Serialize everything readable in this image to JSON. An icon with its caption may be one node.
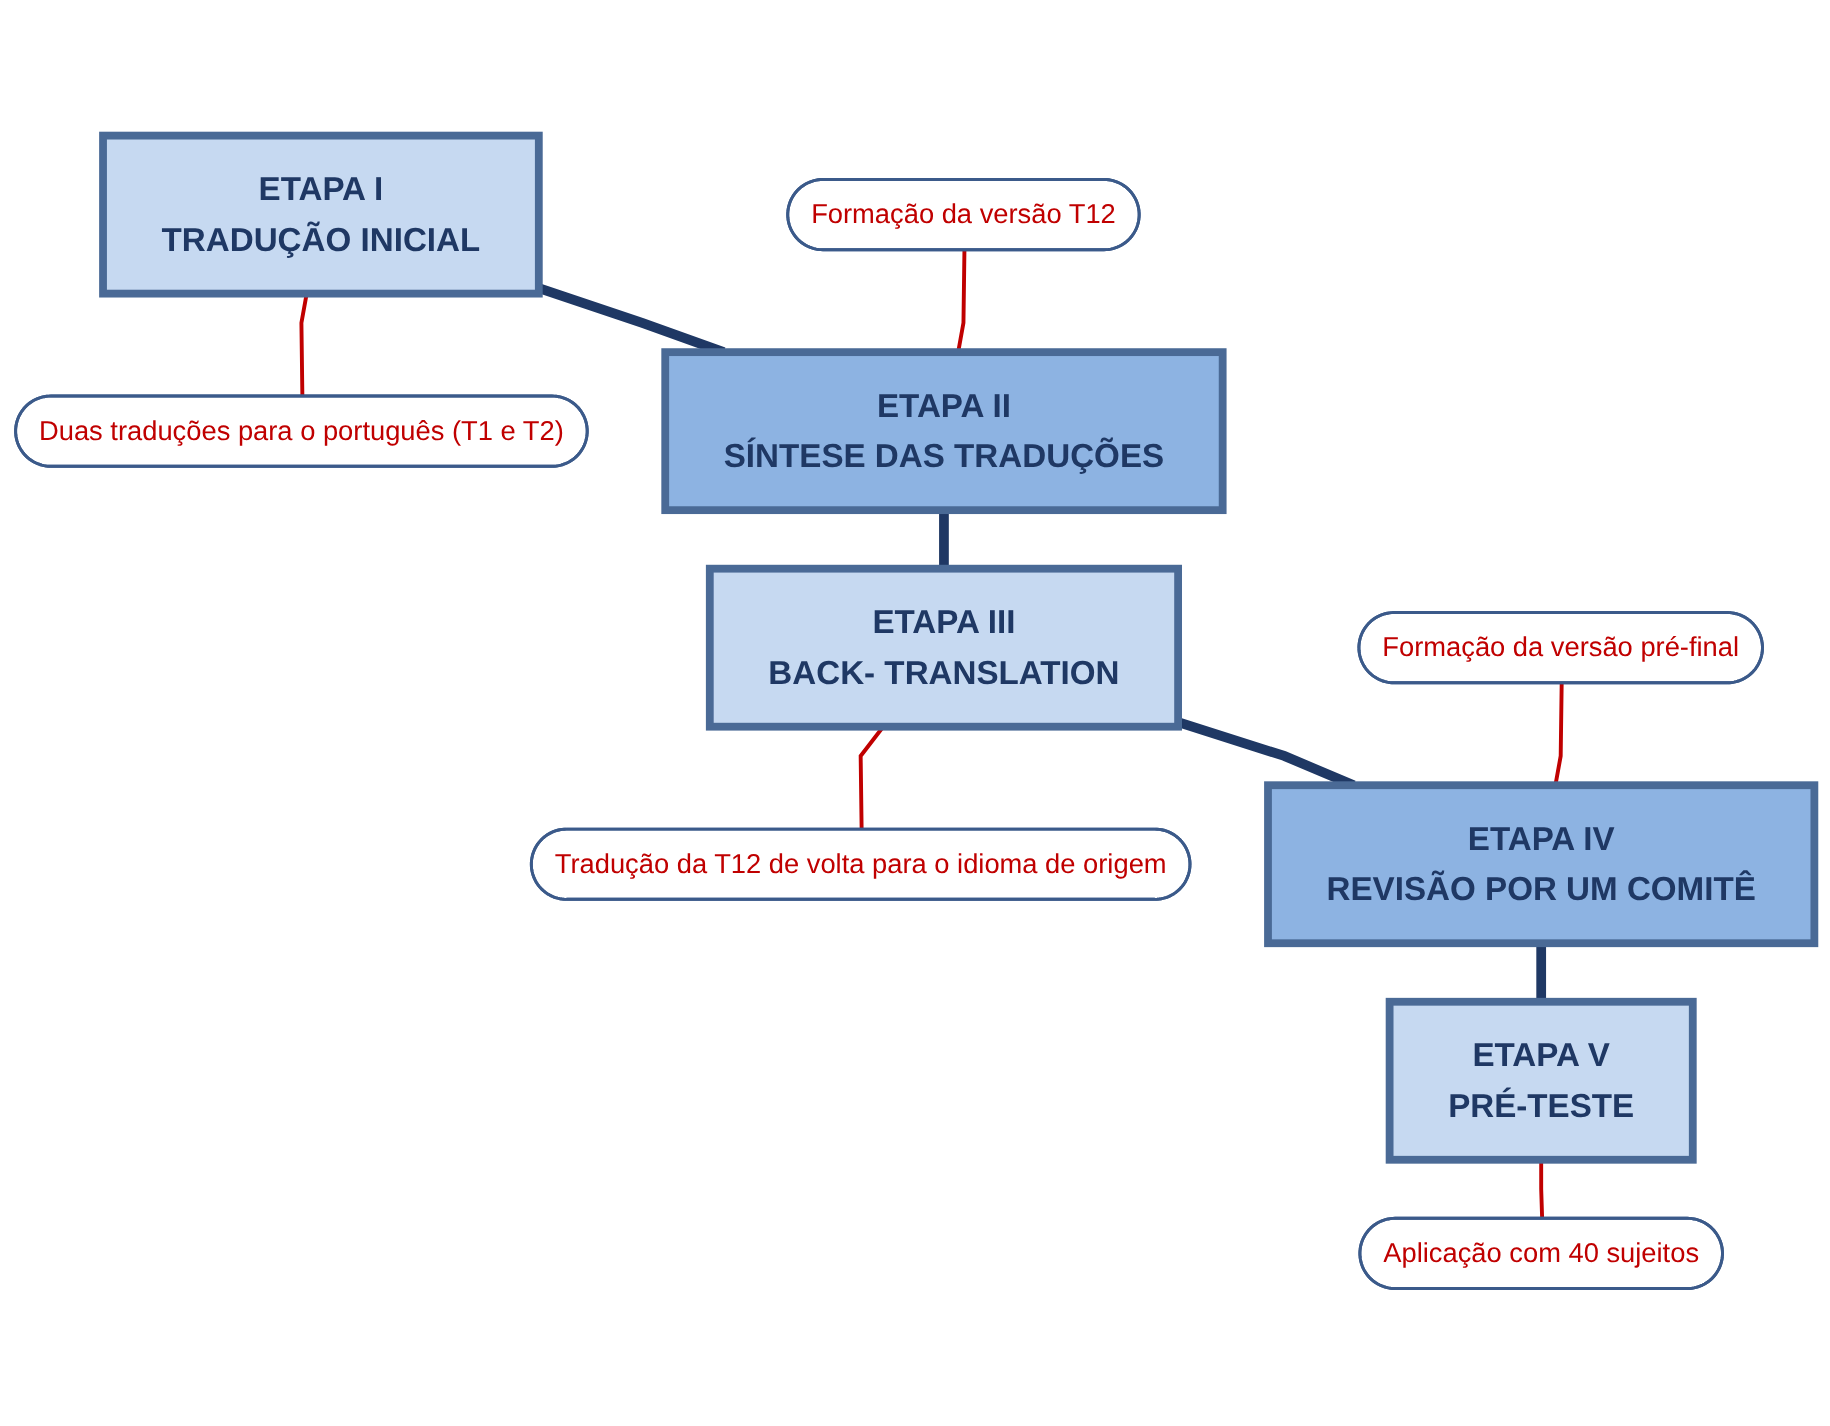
{
  "diagram": {
    "nodes": [
      {
        "text": [
          "ETAPA I",
          "TRADUÇÃO INICIAL"
        ]
      },
      {
        "text": [
          "Duas traduções para o português (T1 e T2)"
        ]
      },
      {
        "text": [
          "Formação da versão T12"
        ]
      },
      {
        "text": [
          "ETAPA II",
          "SÍNTESE DAS TRADUÇÕES"
        ]
      },
      {
        "text": [
          "ETAPA III",
          "BACK- TRANSLATION"
        ]
      },
      {
        "text": [
          "Tradução da T12 de volta para o idioma de origem"
        ]
      },
      {
        "text": [
          "Formação da versão pré-final"
        ]
      },
      {
        "text": [
          "ETAPA IV",
          "REVISÃO POR UM COMITÊ"
        ]
      },
      {
        "text": [
          "ETAPA V",
          "PRÉ-TESTE"
        ]
      },
      {
        "text": [
          "Aplicação com 40 sujeitos"
        ]
      }
    ],
    "edges": [
      {
        "from": 0,
        "to": 1,
        "arrow": "none"
      },
      {
        "from": 0,
        "to": 3,
        "arrow": "none",
        "style": "thick",
        "color": "#1f3864"
      },
      {
        "from": 2,
        "to": 3,
        "arrow": "none"
      },
      {
        "from": 3,
        "to": 4,
        "arrow": "none",
        "style": "thick",
        "color": "#1f3864"
      },
      {
        "from": 4,
        "to": 5,
        "arrow": "none"
      },
      {
        "from": 4,
        "to": 7,
        "arrow": "none",
        "style": "thick",
        "color": "#1f3864"
      },
      {
        "from": 6,
        "to": 7,
        "arrow": "none"
      },
      {
        "from": 7,
        "to": 8,
        "arrow": "none",
        "style": "thick",
        "color": "#1f3864"
      },
      {
        "from": 8,
        "to": 9,
        "arrow": "none"
      }
    ]
  }
}
